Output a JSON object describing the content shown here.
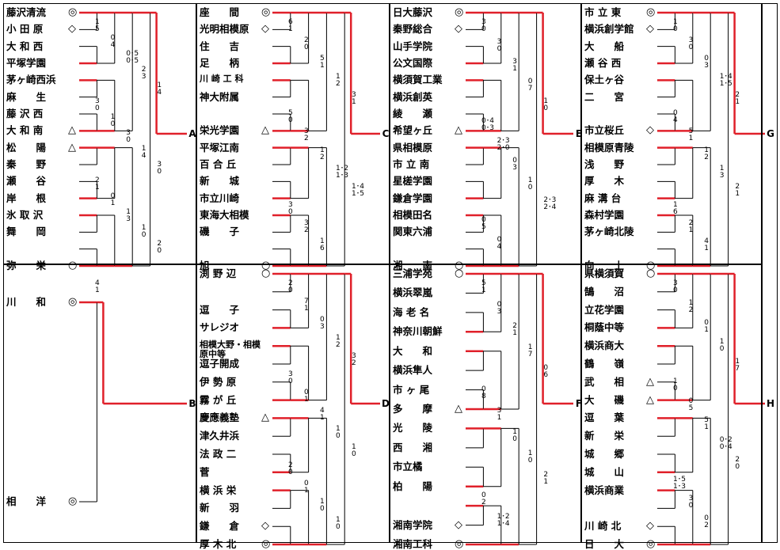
{
  "marks": {
    "seed": "◎",
    "circle": "○",
    "diamond": "◇",
    "triangle": "△"
  },
  "letters": [
    "A",
    "B",
    "C",
    "D",
    "E",
    "F",
    "G",
    "H"
  ],
  "quadrants": [
    {
      "id": "A",
      "teams": [
        {
          "name": "藤沢清流",
          "mark": "seed"
        },
        {
          "name": "小 田 原",
          "mark": "diamond"
        },
        {
          "name": "大 和 西",
          "mark": ""
        },
        {
          "name": "平塚学園",
          "mark": ""
        },
        {
          "name": "茅ヶ崎西浜",
          "mark": ""
        },
        {
          "name": "麻　　生",
          "mark": ""
        },
        {
          "name": "藤 沢 西",
          "mark": ""
        },
        {
          "name": "大 和 南",
          "mark": "triangle"
        },
        {
          "name": "松　　陽",
          "mark": "triangle"
        },
        {
          "name": "秦　　野",
          "mark": ""
        },
        {
          "name": "瀬　　谷",
          "mark": ""
        },
        {
          "name": "岸　　根",
          "mark": ""
        },
        {
          "name": "氷 取 沢",
          "mark": ""
        },
        {
          "name": "舞　　岡",
          "mark": ""
        },
        {
          "name": "",
          "mark": ""
        },
        {
          "name": "弥　　栄",
          "mark": "circle"
        }
      ]
    },
    {
      "id": "B",
      "teams": [
        {
          "name": "川　　和",
          "mark": "seed"
        },
        {
          "name": "相　　洋",
          "mark": "seed"
        }
      ]
    },
    {
      "id": "C",
      "teams": [
        {
          "name": "座　　間",
          "mark": "seed"
        },
        {
          "name": "光明相模原",
          "mark": "diamond"
        },
        {
          "name": "住　　吉",
          "mark": ""
        },
        {
          "name": "足　　柄",
          "mark": ""
        },
        {
          "name": "川 崎 工 科",
          "mark": ""
        },
        {
          "name": "神大附属",
          "mark": ""
        },
        {
          "name": "",
          "mark": ""
        },
        {
          "name": "栄光学園",
          "mark": "triangle"
        },
        {
          "name": "平塚江南",
          "mark": ""
        },
        {
          "name": "百 合 丘",
          "mark": ""
        },
        {
          "name": "新　　城",
          "mark": ""
        },
        {
          "name": "市立川崎",
          "mark": ""
        },
        {
          "name": "東海大相模",
          "mark": ""
        },
        {
          "name": "磯　　子",
          "mark": ""
        },
        {
          "name": "",
          "mark": ""
        },
        {
          "name": "旭",
          "mark": "circle"
        }
      ]
    },
    {
      "id": "D",
      "teams": [
        {
          "name": "渕 野 辺",
          "mark": "circle"
        },
        {
          "name": "",
          "mark": ""
        },
        {
          "name": "逗　　子",
          "mark": ""
        },
        {
          "name": "サレジオ",
          "mark": ""
        },
        {
          "name": "相模大野・相模原中等",
          "mark": ""
        },
        {
          "name": "逗子開成",
          "mark": ""
        },
        {
          "name": "伊 勢 原",
          "mark": ""
        },
        {
          "name": "霧 が 丘",
          "mark": ""
        },
        {
          "name": "慶應義塾",
          "mark": "triangle"
        },
        {
          "name": "津久井浜",
          "mark": ""
        },
        {
          "name": "法 政 二",
          "mark": ""
        },
        {
          "name": "菅",
          "mark": ""
        },
        {
          "name": "横 浜 栄",
          "mark": ""
        },
        {
          "name": "新　　羽",
          "mark": ""
        },
        {
          "name": "鎌　　倉",
          "mark": "diamond"
        },
        {
          "name": "厚 木 北",
          "mark": "seed"
        }
      ]
    },
    {
      "id": "E",
      "teams": [
        {
          "name": "日大藤沢",
          "mark": "seed"
        },
        {
          "name": "秦野総合",
          "mark": "diamond"
        },
        {
          "name": "山手学院",
          "mark": ""
        },
        {
          "name": "公文国際",
          "mark": ""
        },
        {
          "name": "横須賀工業",
          "mark": ""
        },
        {
          "name": "横浜創英",
          "mark": ""
        },
        {
          "name": "綾　　瀬",
          "mark": ""
        },
        {
          "name": "希望ヶ丘",
          "mark": "triangle"
        },
        {
          "name": "県相模原",
          "mark": ""
        },
        {
          "name": "市 立 南",
          "mark": ""
        },
        {
          "name": "星槎学園",
          "mark": ""
        },
        {
          "name": "鎌倉学園",
          "mark": ""
        },
        {
          "name": "相模田名",
          "mark": ""
        },
        {
          "name": "関東六浦",
          "mark": ""
        },
        {
          "name": "",
          "mark": ""
        },
        {
          "name": "湘　　南",
          "mark": "circle"
        }
      ]
    },
    {
      "id": "F",
      "teams": [
        {
          "name": "三浦学苑",
          "mark": "circle"
        },
        {
          "name": "横浜翠嵐",
          "mark": ""
        },
        {
          "name": "海 老 名",
          "mark": ""
        },
        {
          "name": "神奈川朝鮮",
          "mark": ""
        },
        {
          "name": "大　　和",
          "mark": ""
        },
        {
          "name": "横浜隼人",
          "mark": ""
        },
        {
          "name": "市 ヶ 尾",
          "mark": ""
        },
        {
          "name": "多　　摩",
          "mark": "triangle"
        },
        {
          "name": "光　　陵",
          "mark": ""
        },
        {
          "name": "西　　湘",
          "mark": ""
        },
        {
          "name": "市立橘",
          "mark": ""
        },
        {
          "name": "柏　　陽",
          "mark": ""
        },
        {
          "name": "",
          "mark": ""
        },
        {
          "name": "湘南学院",
          "mark": "diamond"
        },
        {
          "name": "湘南工科",
          "mark": "seed"
        }
      ]
    },
    {
      "id": "G",
      "teams": [
        {
          "name": "市 立 東",
          "mark": "seed"
        },
        {
          "name": "横浜創学館",
          "mark": "diamond"
        },
        {
          "name": "大　　船",
          "mark": ""
        },
        {
          "name": "瀬 谷 西",
          "mark": ""
        },
        {
          "name": "保土ヶ谷",
          "mark": ""
        },
        {
          "name": "二　　宮",
          "mark": ""
        },
        {
          "name": "",
          "mark": ""
        },
        {
          "name": "市立桜丘",
          "mark": "diamond"
        },
        {
          "name": "相模原青陵",
          "mark": ""
        },
        {
          "name": "浅　　野",
          "mark": ""
        },
        {
          "name": "厚　　木",
          "mark": ""
        },
        {
          "name": "麻 溝 台",
          "mark": ""
        },
        {
          "name": "森村学園",
          "mark": ""
        },
        {
          "name": "茅ヶ崎北陵",
          "mark": ""
        },
        {
          "name": "",
          "mark": ""
        },
        {
          "name": "向　　上",
          "mark": "circle"
        }
      ]
    },
    {
      "id": "H",
      "teams": [
        {
          "name": "県横須賀",
          "mark": "circle"
        },
        {
          "name": "鵠　　沼",
          "mark": ""
        },
        {
          "name": "立花学園",
          "mark": ""
        },
        {
          "name": "桐蔭中等",
          "mark": ""
        },
        {
          "name": "横浜商大",
          "mark": ""
        },
        {
          "name": "鶴　　嶺",
          "mark": ""
        },
        {
          "name": "武　　相",
          "mark": "triangle"
        },
        {
          "name": "大　　磯",
          "mark": "triangle"
        },
        {
          "name": "逗　　葉",
          "mark": ""
        },
        {
          "name": "新　　栄",
          "mark": ""
        },
        {
          "name": "城　　郷",
          "mark": ""
        },
        {
          "name": "城　　山",
          "mark": ""
        },
        {
          "name": "横浜商業",
          "mark": ""
        },
        {
          "name": "",
          "mark": ""
        },
        {
          "name": "川 崎 北",
          "mark": "diamond"
        },
        {
          "name": "日　　大",
          "mark": "seed"
        }
      ]
    }
  ],
  "scores": [
    {
      "q": "A",
      "texts": [
        "1",
        "5",
        "0",
        "4",
        "0･5",
        "0･5",
        "2",
        "3",
        "1",
        "4",
        "3",
        "0",
        "1",
        "0",
        "3",
        "0",
        "1",
        "4",
        "3",
        "0",
        "2",
        "1",
        "0",
        "1",
        "1",
        "3",
        "1",
        "0",
        "2",
        "0"
      ]
    },
    {
      "q": "B",
      "texts": [
        "4",
        "1"
      ]
    },
    {
      "q": "C",
      "texts": [
        "6",
        "1",
        "2",
        "0",
        "5",
        "1",
        "1",
        "2",
        "3",
        "1",
        "5",
        "0",
        "3",
        "2",
        "1",
        "2",
        "1･2",
        "1･3",
        "1･4",
        "1･5",
        "3",
        "0",
        "3",
        "2",
        "1",
        "6"
      ]
    },
    {
      "q": "D",
      "texts": [
        "2",
        "0",
        "7",
        "1",
        "0",
        "3",
        "1",
        "2",
        "3",
        "2",
        "3",
        "0",
        "0",
        "1",
        "4",
        "1",
        "1",
        "0",
        "1",
        "0",
        "2",
        "0",
        "0",
        "1",
        "1",
        "0",
        "1",
        "0"
      ]
    },
    {
      "q": "E",
      "texts": [
        "3",
        "0",
        "3",
        "0",
        "3",
        "1",
        "0",
        "7",
        "1",
        "0",
        "0･4",
        "0･3",
        "2･3",
        "2･0",
        "0",
        "3",
        "1",
        "0",
        "2･3",
        "2･4",
        "0",
        "5",
        "0",
        "4"
      ]
    },
    {
      "q": "F",
      "texts": [
        "5",
        "1",
        "0",
        "3",
        "2",
        "1",
        "1",
        "7",
        "0",
        "6",
        "0",
        "8",
        "3",
        "1",
        "1",
        "0",
        "1",
        "0",
        "2",
        "1",
        "0",
        "2",
        "1･2",
        "1･4"
      ]
    },
    {
      "q": "G",
      "texts": [
        "1",
        "0",
        "3",
        "0",
        "0",
        "3",
        "1･4",
        "1･5",
        "2",
        "1",
        "0",
        "4",
        "5",
        "1",
        "1",
        "2",
        "1",
        "3",
        "2",
        "1",
        "1",
        "6",
        "2",
        "1",
        "4",
        "1"
      ]
    },
    {
      "q": "H",
      "texts": [
        "3",
        "0",
        "1",
        "2",
        "0",
        "1",
        "1",
        "0",
        "1",
        "7",
        "1",
        "0",
        "0",
        "5",
        "5",
        "1",
        "0･2",
        "0･4",
        "2",
        "0",
        "1･5",
        "1･3",
        "3",
        "0",
        "0",
        "2"
      ]
    }
  ]
}
